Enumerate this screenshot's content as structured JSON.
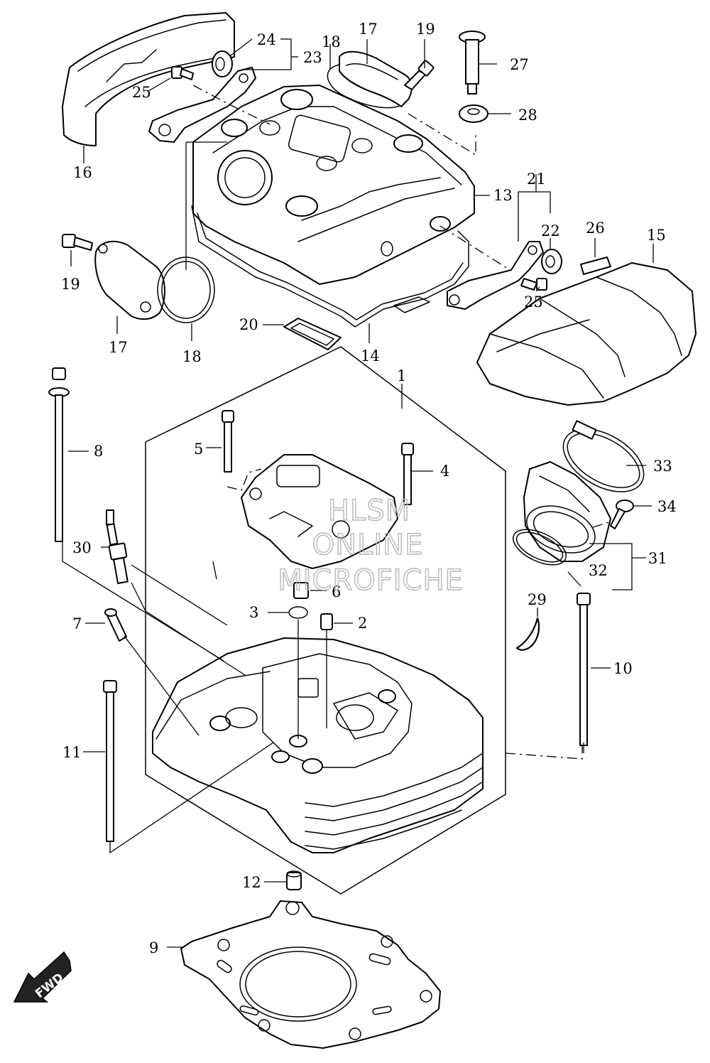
{
  "watermark": {
    "line1": "HLSM",
    "line2": "ONLINE",
    "line3": "MICROFICHE"
  },
  "fwd_label": "FWD",
  "callouts": [
    "1",
    "2",
    "3",
    "4",
    "5",
    "6",
    "7",
    "8",
    "9",
    "10",
    "11",
    "12",
    "13",
    "14",
    "15",
    "16",
    "17",
    "17",
    "18",
    "18",
    "19",
    "19",
    "20",
    "21",
    "22",
    "23",
    "24",
    "25",
    "25",
    "26",
    "27",
    "28",
    "29",
    "30",
    "31",
    "32",
    "33",
    "34"
  ]
}
